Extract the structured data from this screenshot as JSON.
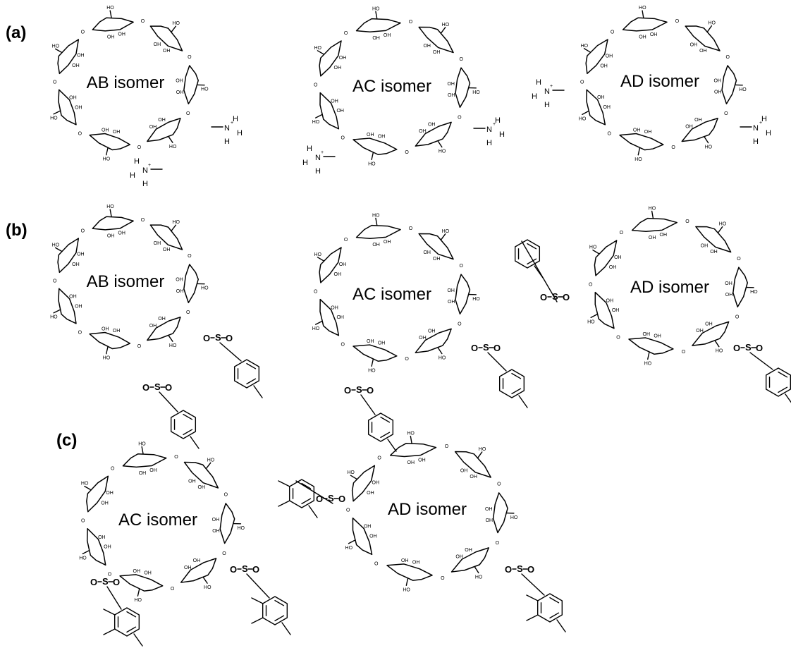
{
  "panels": [
    {
      "label": "(a)",
      "molecules": [
        {
          "title": "AB isomer",
          "group": "ammonium"
        },
        {
          "title": "AC isomer",
          "group": "ammonium"
        },
        {
          "title": "AD isomer",
          "group": "ammonium"
        }
      ]
    },
    {
      "label": "(b)",
      "molecules": [
        {
          "title": "AB isomer",
          "group": "tosyl"
        },
        {
          "title": "AC isomer",
          "group": "tosyl"
        },
        {
          "title": "AD isomer",
          "group": "tosyl"
        }
      ]
    },
    {
      "label": "(c)",
      "molecules": [
        {
          "title": "AC isomer",
          "group": "mesityl"
        },
        {
          "title": "AD isomer",
          "group": "mesityl"
        }
      ]
    }
  ],
  "atom_labels": {
    "hydroxyl": "OH",
    "hydroxyl_left": "HO",
    "oxygen": "O",
    "nitrogen": "N",
    "charge": "+",
    "hydrogen": "H",
    "sulfur": "S"
  }
}
